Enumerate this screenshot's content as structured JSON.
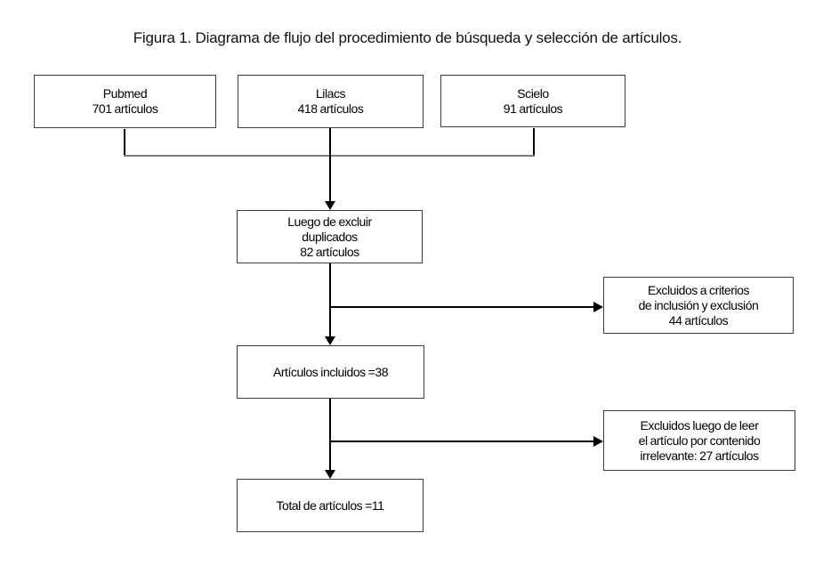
{
  "title": "Figura 1. Diagrama de flujo del procedimiento de búsqueda y selección de artículos.",
  "colors": {
    "background": "#ffffff",
    "box_border": "#3d3d3d",
    "connector_line": "#000000",
    "top_connector_line": "#7a7a7a",
    "text": "#000000"
  },
  "boxes": {
    "pubmed": {
      "lines": [
        "Pubmed",
        "701 artículos"
      ]
    },
    "lilacs": {
      "lines": [
        "Lilacs",
        "418 artículos"
      ]
    },
    "scielo": {
      "lines": [
        "Scielo",
        "91 artículos"
      ]
    },
    "dedup": {
      "lines": [
        "Luego de excluir",
        "duplicados",
        "82 artículos"
      ]
    },
    "excluded_criteria": {
      "lines": [
        "Excluidos a criterios",
        "de inclusión y exclusión",
        "44 artículos"
      ]
    },
    "included": {
      "lines": [
        "Artículos incluidos =38"
      ]
    },
    "excluded_irrelevant": {
      "lines": [
        "Excluidos luego de leer",
        "el artículo por contenido",
        "irrelevante: 27 artículos"
      ]
    },
    "total": {
      "lines": [
        "Total de artículos =11"
      ]
    }
  }
}
